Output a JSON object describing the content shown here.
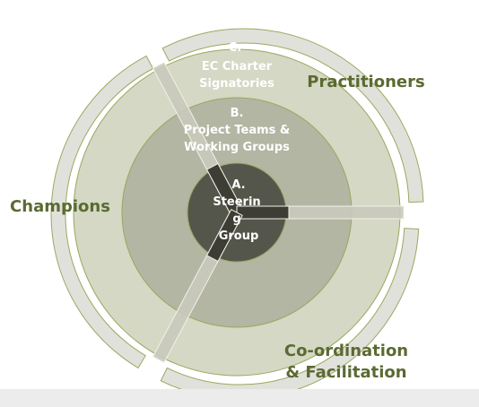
{
  "colors": {
    "background": "#ffffff",
    "ring_outer": "#d4d8c4",
    "ring_middle": "#b2b6a3",
    "ring_inner": "#99998a",
    "core": "#55564b",
    "band_fill": "#c9c9bd",
    "segment_edge": "#f1f3e6",
    "ring_line": "#9aa85f",
    "dark_band": "#3d3d35",
    "stakeholder_label": "#5b6a32",
    "ring_label": "#ffffff",
    "footer": "#ececec"
  },
  "rings": {
    "c": {
      "letter": "C.",
      "line1": "EC Charter",
      "line2": "Signatories"
    },
    "b": {
      "letter": "B.",
      "line1": "Project Teams &",
      "line2": "Working Groups"
    },
    "a": {
      "letter": "A.",
      "line1": "Steerin",
      "line2": "g",
      "line3": "Group"
    }
  },
  "stakeholders": {
    "practitioners": "Practitioners",
    "champions": "Champions",
    "coordination_line1": "Co-ordination",
    "coordination_line2": "& Facilitation"
  }
}
